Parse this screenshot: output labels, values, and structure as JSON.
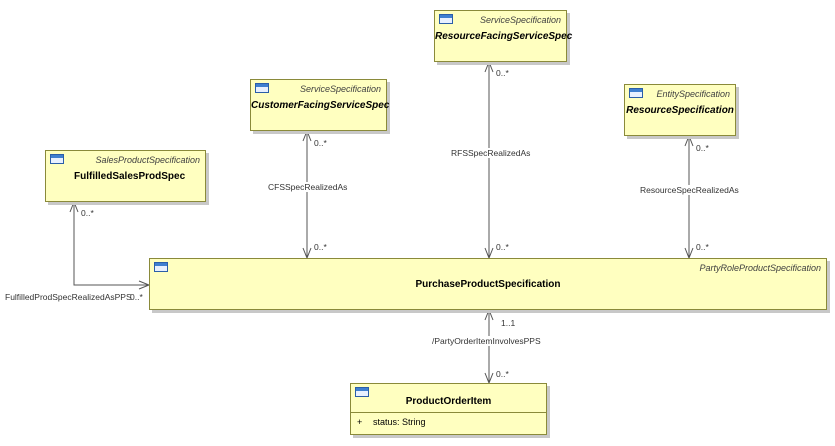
{
  "classes": {
    "rfss": {
      "stereotype": "ServiceSpecification",
      "name": "ResourceFacingServiceSpec"
    },
    "cfss": {
      "stereotype": "ServiceSpecification",
      "name": "CustomerFacingServiceSpec"
    },
    "rs": {
      "stereotype": "EntitySpecification",
      "name": "ResourceSpecification"
    },
    "fsps": {
      "stereotype": "SalesProductSpecification",
      "name": "FulfilledSalesProdSpec"
    },
    "pps": {
      "stereotype": "PartyRoleProductSpecification",
      "name": "PurchaseProductSpecification"
    },
    "poi": {
      "name": "ProductOrderItem",
      "attribute_visibility": "+",
      "attribute": "status: String"
    }
  },
  "associations": {
    "rfs": {
      "label": "RFSSpecRealizedAs",
      "mult_top": "0..*",
      "mult_bottom": "0..*"
    },
    "cfs": {
      "label": "CFSSpecRealizedAs",
      "mult_top": "0..*",
      "mult_bottom": "0..*"
    },
    "res": {
      "label": "ResourceSpecRealizedAs",
      "mult_top": "0..*",
      "mult_bottom": "0..*"
    },
    "ful": {
      "label": "FulfilledProdSpecRealizedAsPPS",
      "mult_top": "0..*",
      "mult_bottom": "0..*"
    },
    "poi": {
      "label": "/PartyOrderItemInvolvesPPS",
      "mult_top": "1..1",
      "mult_bottom": "0..*"
    }
  }
}
